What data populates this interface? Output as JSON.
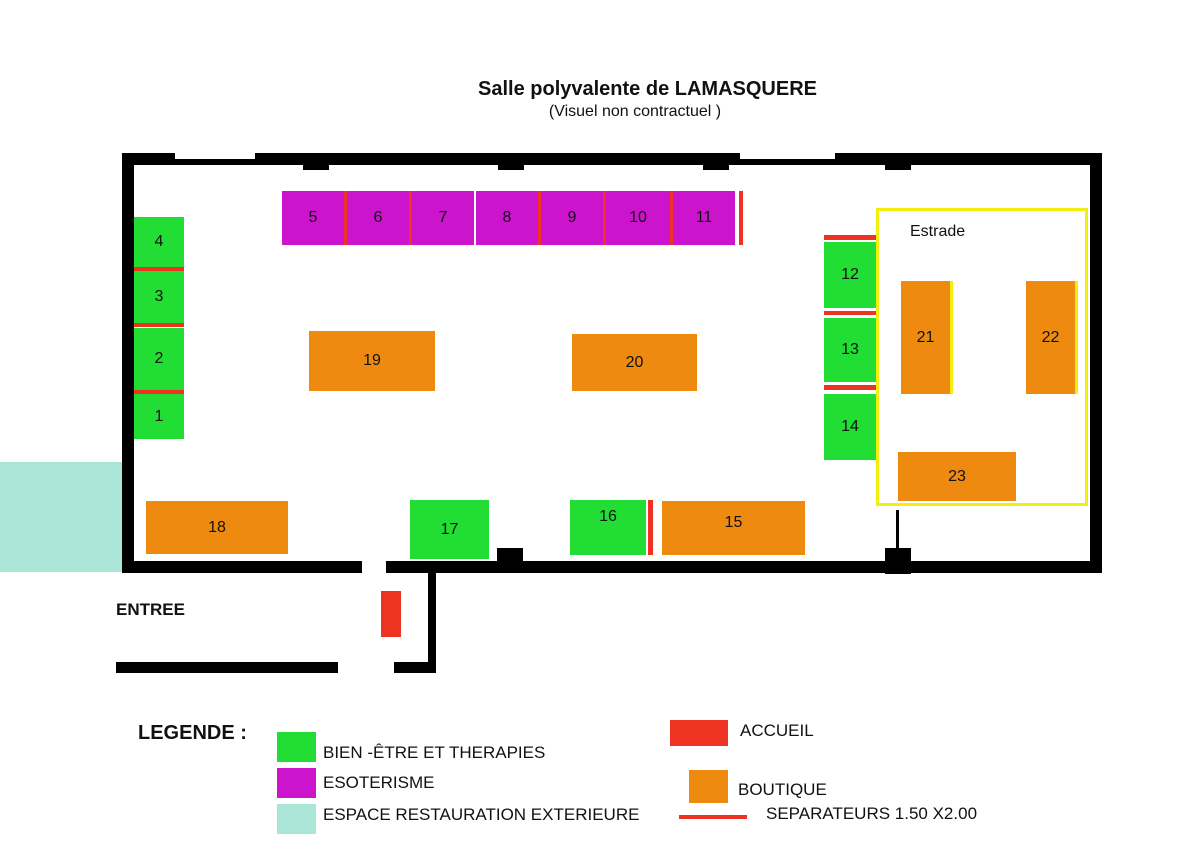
{
  "header": {
    "title": "Salle polyvalente de LAMASQUERE",
    "subtitle": "(Visuel non contractuel )"
  },
  "plan": {
    "estrade_label": "Estrade",
    "entree_label": "ENTREE",
    "stands": [
      {
        "num": "1",
        "type": "bien-etre"
      },
      {
        "num": "2",
        "type": "bien-etre"
      },
      {
        "num": "3",
        "type": "bien-etre"
      },
      {
        "num": "4",
        "type": "bien-etre"
      },
      {
        "num": "5",
        "type": "esoterisme"
      },
      {
        "num": "6",
        "type": "esoterisme"
      },
      {
        "num": "7",
        "type": "esoterisme"
      },
      {
        "num": "8",
        "type": "esoterisme"
      },
      {
        "num": "9",
        "type": "esoterisme"
      },
      {
        "num": "10",
        "type": "esoterisme"
      },
      {
        "num": "11",
        "type": "esoterisme"
      },
      {
        "num": "12",
        "type": "bien-etre"
      },
      {
        "num": "13",
        "type": "bien-etre"
      },
      {
        "num": "14",
        "type": "bien-etre"
      },
      {
        "num": "15",
        "type": "boutique"
      },
      {
        "num": "16",
        "type": "bien-etre"
      },
      {
        "num": "17",
        "type": "bien-etre"
      },
      {
        "num": "18",
        "type": "boutique"
      },
      {
        "num": "19",
        "type": "boutique"
      },
      {
        "num": "20",
        "type": "boutique"
      },
      {
        "num": "21",
        "type": "boutique"
      },
      {
        "num": "22",
        "type": "boutique"
      },
      {
        "num": "23",
        "type": "boutique"
      }
    ]
  },
  "legend": {
    "title": "LEGENDE :",
    "items": [
      {
        "label": "BIEN -ÊTRE ET THERAPIES",
        "color": "#22dd33"
      },
      {
        "label": "ESOTERISME",
        "color": "#cc14cc"
      },
      {
        "label": "ESPACE RESTAURATION EXTERIEURE",
        "color": "#aae5d8"
      },
      {
        "label": "ACCUEIL",
        "color": "#ee3322"
      },
      {
        "label": "BOUTIQUE",
        "color": "#ee8a10"
      },
      {
        "label": "SEPARATEURS 1.50 X2.00",
        "color": "#ee3322"
      }
    ]
  },
  "colors": {
    "wall": "#000000",
    "estrade_border": "#f2ee10"
  }
}
